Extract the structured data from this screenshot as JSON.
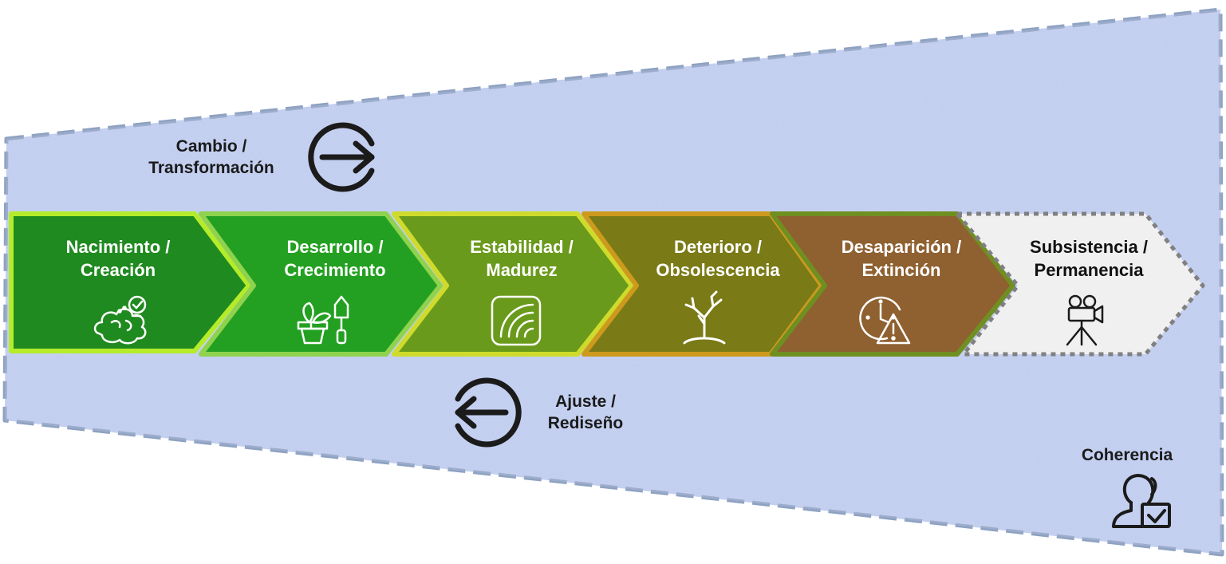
{
  "diagram": {
    "stages": [
      {
        "line1": "Nacimiento /",
        "line2": "Creación",
        "icon": "idea-brain-icon",
        "fill": "#1f8a1f",
        "border": "#a6e22e"
      },
      {
        "line1": "Desarrollo /",
        "line2": "Crecimiento",
        "icon": "plant-pot-shovel-icon",
        "fill": "#23a021",
        "border": "#92d050"
      },
      {
        "line1": "Estabilidad /",
        "line2": "Madurez",
        "icon": "signal-square-icon",
        "fill": "#6a9a1b",
        "border": "#c9d92a"
      },
      {
        "line1": "Deterioro /",
        "line2": "Obsolescencia",
        "icon": "dead-tree-icon",
        "fill": "#7a7a16",
        "border": "#c8961c"
      },
      {
        "line1": "Desaparición /",
        "line2": "Extinción",
        "icon": "clock-warning-icon",
        "fill": "#8f6030",
        "border": "#6f8f20"
      },
      {
        "line1": "Subsistencia /",
        "line2": "Permanencia",
        "icon": "video-camera-tripod-icon",
        "fill": "#f0f0f0",
        "border": "#808080"
      }
    ],
    "change": {
      "line1": "Cambio /",
      "line2": "Transformación",
      "icon": "arrow-right-circle-icon"
    },
    "adjust": {
      "line1": "Ajuste /",
      "line2": "Rediseño",
      "icon": "arrow-left-circle-icon"
    },
    "coherence": {
      "label": "Coherencia",
      "icon": "person-check-icon"
    },
    "colors": {
      "funnel_fill": "#b9c9ec",
      "funnel_border": "#8a9fbd",
      "text_dark": "#1a1a1a"
    }
  }
}
